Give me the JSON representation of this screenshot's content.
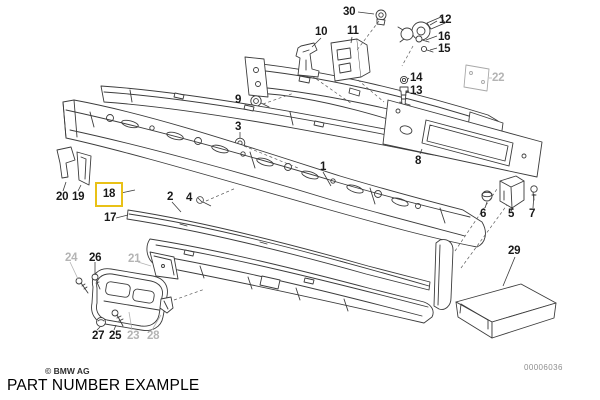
{
  "diagram": {
    "type": "exploded-parts-diagram",
    "subject": "front bumper assembly",
    "highlighted_callout": "18",
    "colors": {
      "highlight_box": "#e9c117",
      "callout_black": "#1a1a1a",
      "callout_gray": "#b4b4b4",
      "line_art": "#3c3c3c"
    },
    "callouts": [
      {
        "number": "1",
        "color": "black"
      },
      {
        "number": "2",
        "color": "black"
      },
      {
        "number": "3",
        "color": "black"
      },
      {
        "number": "4",
        "color": "black"
      },
      {
        "number": "5",
        "color": "black"
      },
      {
        "number": "6",
        "color": "black"
      },
      {
        "number": "7",
        "color": "black"
      },
      {
        "number": "8",
        "color": "black"
      },
      {
        "number": "9",
        "color": "black"
      },
      {
        "number": "10",
        "color": "black"
      },
      {
        "number": "11",
        "color": "black"
      },
      {
        "number": "12",
        "color": "black"
      },
      {
        "number": "13",
        "color": "black"
      },
      {
        "number": "14",
        "color": "black"
      },
      {
        "number": "15",
        "color": "black"
      },
      {
        "number": "16",
        "color": "black"
      },
      {
        "number": "17",
        "color": "black"
      },
      {
        "number": "18",
        "color": "black",
        "highlighted": true
      },
      {
        "number": "19",
        "color": "black"
      },
      {
        "number": "20",
        "color": "black"
      },
      {
        "number": "21",
        "color": "gray"
      },
      {
        "number": "22",
        "color": "gray"
      },
      {
        "number": "23",
        "color": "gray"
      },
      {
        "number": "24",
        "color": "gray"
      },
      {
        "number": "25",
        "color": "black"
      },
      {
        "number": "26",
        "color": "black"
      },
      {
        "number": "27",
        "color": "black"
      },
      {
        "number": "28",
        "color": "gray"
      },
      {
        "number": "29",
        "color": "black"
      },
      {
        "number": "30",
        "color": "black"
      }
    ]
  },
  "footer": {
    "copyright": "© BMW AG",
    "caption": "PART NUMBER EXAMPLE",
    "doc_number": "00006036"
  }
}
